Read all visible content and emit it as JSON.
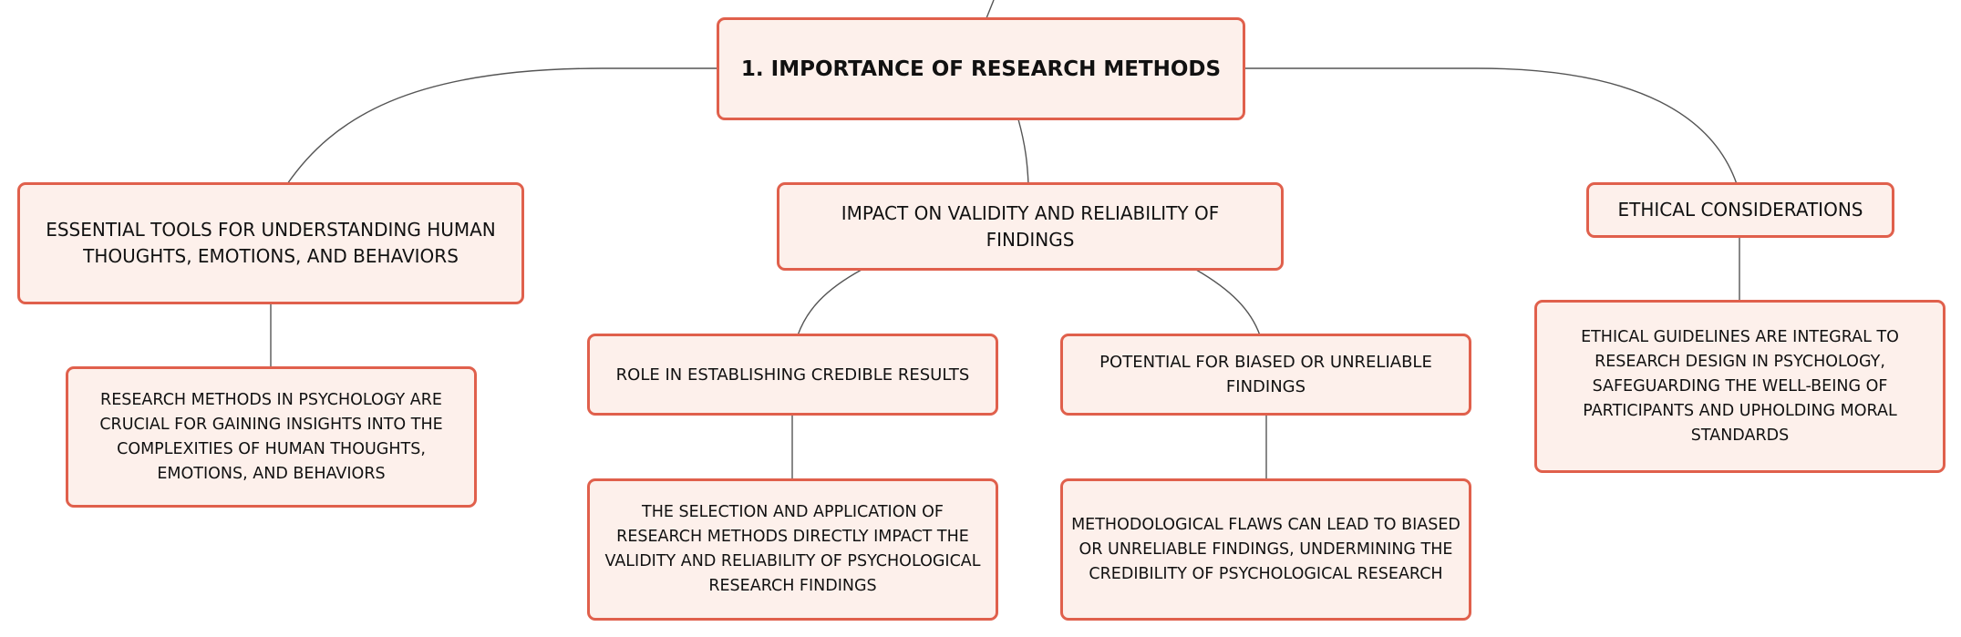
{
  "mindmap": {
    "root": "1. IMPORTANCE OF RESEARCH METHODS",
    "branches": [
      {
        "label": "ESSENTIAL TOOLS FOR UNDERSTANDING HUMAN THOUGHTS, EMOTIONS, AND BEHAVIORS",
        "detail": "RESEARCH METHODS IN PSYCHOLOGY ARE CRUCIAL FOR GAINING INSIGHTS INTO THE COMPLEXITIES OF HUMAN THOUGHTS, EMOTIONS, AND BEHAVIORS"
      },
      {
        "label": "IMPACT ON VALIDITY AND RELIABILITY OF FINDINGS",
        "children": [
          {
            "label": "ROLE IN ESTABLISHING CREDIBLE RESULTS",
            "detail": "THE SELECTION AND APPLICATION OF RESEARCH METHODS DIRECTLY IMPACT THE VALIDITY AND RELIABILITY OF PSYCHOLOGICAL RESEARCH FINDINGS"
          },
          {
            "label": "POTENTIAL FOR BIASED OR UNRELIABLE FINDINGS",
            "detail": "METHODOLOGICAL FLAWS CAN LEAD TO BIASED OR UNRELIABLE FINDINGS, UNDERMINING THE CREDIBILITY OF PSYCHOLOGICAL RESEARCH"
          }
        ]
      },
      {
        "label": "ETHICAL CONSIDERATIONS",
        "detail": "ETHICAL GUIDELINES ARE INTEGRAL TO RESEARCH DESIGN IN PSYCHOLOGY, SAFEGUARDING THE WELL-BEING OF PARTICIPANTS AND UPHOLDING MORAL STANDARDS"
      }
    ]
  },
  "colors": {
    "node_fill": "#fdf0eb",
    "node_border": "#e0604c",
    "connector": "#555555",
    "text": "#111111"
  }
}
